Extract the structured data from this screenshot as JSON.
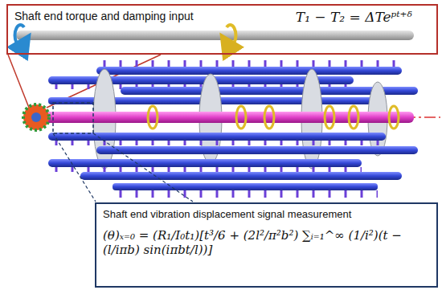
{
  "diagram": {
    "nodes": [
      {
        "text": [
          "Shaft end torque and damping input",
          "T₁ − T₂ = ΔTeᵖᵗ⁺ᵟ"
        ]
      },
      {
        "text": [
          "Shaft end vibration displacement signal measurement",
          "(θ)ₓ₌₀ = (R₁/I₀t₁)[t³/6 + (2l²/π²b²) ∑ᵢ₌₁^∞ (1/i²)(t − (l/iπb) sin(iπbt/l))]"
        ]
      }
    ]
  }
}
